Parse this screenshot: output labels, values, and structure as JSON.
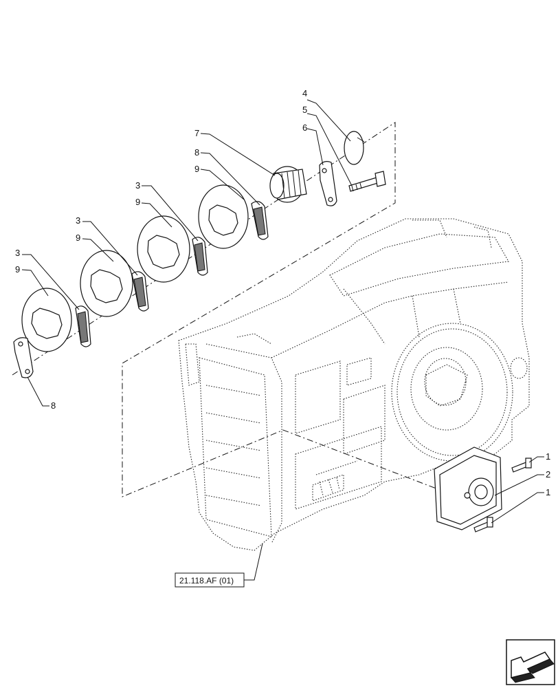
{
  "callouts": {
    "c4": "4",
    "c5": "5",
    "c6": "6",
    "c7": "7",
    "c8a": "8",
    "c9a": "9",
    "c3a": "3",
    "c9b": "9",
    "c3b": "3",
    "c9c": "9",
    "c3c": "3",
    "c9d": "9",
    "c8b": "8",
    "c1a": "1",
    "c2": "2",
    "c1b": "1"
  },
  "reference": {
    "label": "21.118.AF (01)"
  },
  "nav": {
    "icon": "next-page-arrow-icon"
  }
}
